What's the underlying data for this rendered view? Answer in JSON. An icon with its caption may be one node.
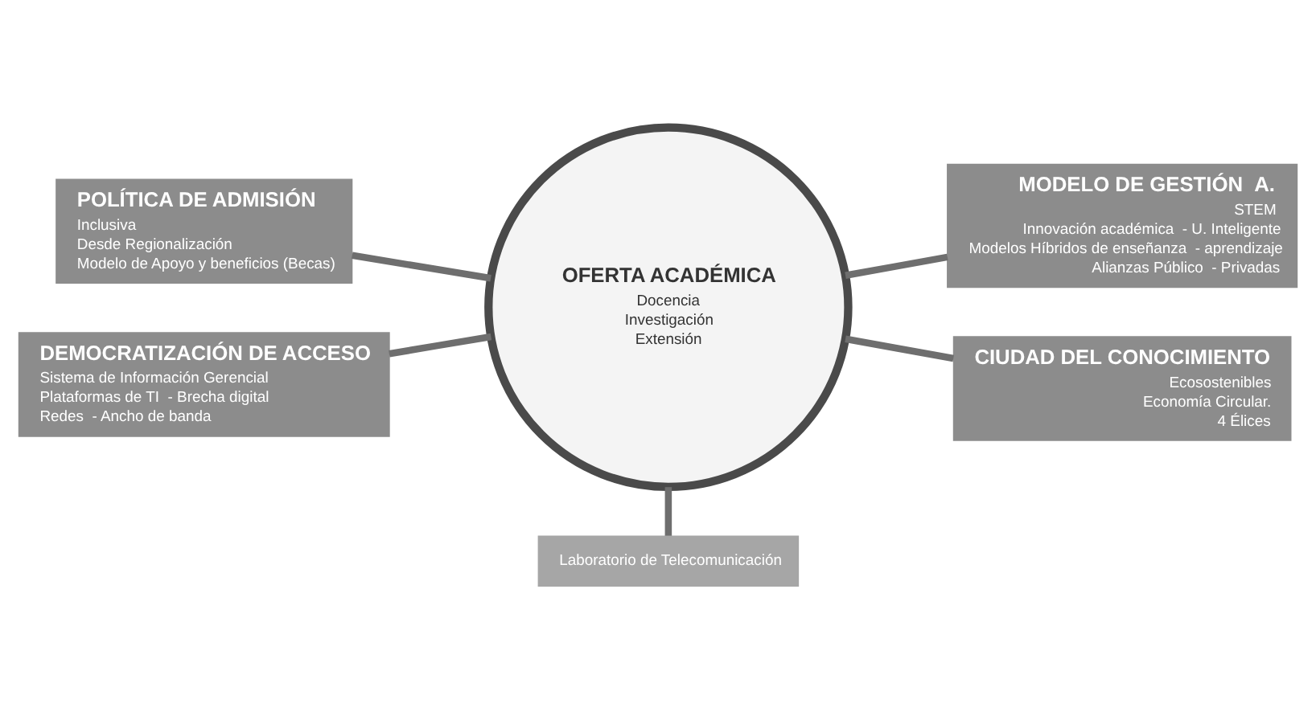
{
  "diagram": {
    "nodes": [
      {
        "text": [
          "POLÍTICA DE ADMISIÓN",
          "Inclusiva",
          "Desde Regionalización",
          "Modelo de Apoyo y beneficios (Becas)"
        ]
      },
      {
        "text": [
          "MODELO DE GESTIÓN  A.",
          "STEM",
          "Innovación académica  - U. Inteligente",
          "Modelos Híbridos de enseñanza  - aprendizaje",
          "Alianzas Público  - Privadas"
        ]
      },
      {
        "text": [
          "OFERTA ACADÉMICA",
          "Docencia",
          "Investigación",
          "Extensión"
        ]
      },
      {
        "text": [
          "DEMOCRATIZACIÓN DE ACCESO",
          "Sistema de Información Gerencial",
          "Plataformas de TI  - Brecha digital",
          "Redes  - Ancho de banda"
        ]
      },
      {
        "text": [
          "CIUDAD DEL CONOCIMIENTO",
          "Ecosostenibles",
          "Economía Circular.",
          "4 Élices"
        ]
      },
      {
        "text": [
          "Laboratorio de Telecomunicación"
        ]
      }
    ],
    "edges": [
      {
        "from": 0,
        "to": 2,
        "arrow": "none"
      },
      {
        "from": 2,
        "to": 1,
        "arrow": "none"
      },
      {
        "from": 3,
        "to": 2,
        "arrow": "none"
      },
      {
        "from": 2,
        "to": 4,
        "arrow": "none"
      },
      {
        "from": 2,
        "to": 5,
        "arrow": "none"
      }
    ]
  }
}
